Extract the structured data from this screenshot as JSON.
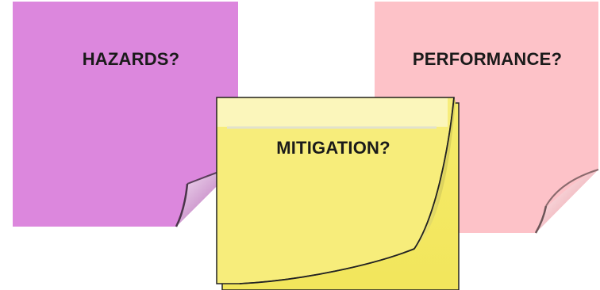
{
  "notes": [
    {
      "id": "hazards",
      "label": "HAZARDS?",
      "color": "#dc87dd"
    },
    {
      "id": "performance",
      "label": "PERFORMANCE?",
      "color": "#fdc2c8"
    },
    {
      "id": "mitigation",
      "label": "MITIGATION?",
      "color": "#f7ed7b"
    }
  ]
}
